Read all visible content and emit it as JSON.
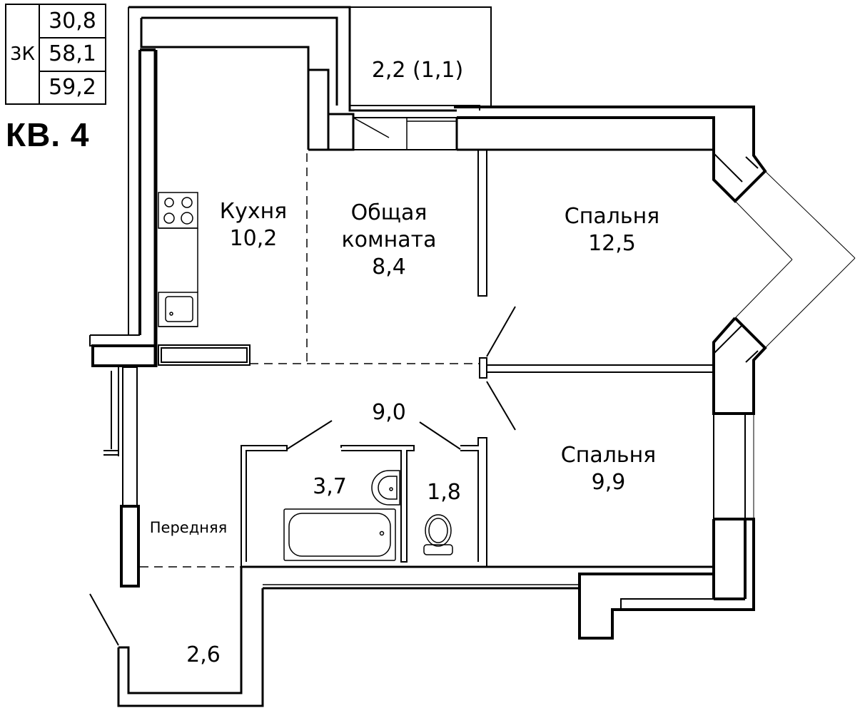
{
  "summary": {
    "rooms_label": "3К",
    "living_area": "30,8",
    "total_area": "58,1",
    "total_with_balcony": "59,2"
  },
  "apartment_title": "КВ. 4",
  "rooms": {
    "kitchen": {
      "name": "Кухня",
      "area": "10,2"
    },
    "common_room": {
      "name_line1": "Общая",
      "name_line2": "комната",
      "area": "8,4"
    },
    "bedroom_1": {
      "name": "Спальня",
      "area": "12,5"
    },
    "bedroom_2": {
      "name": "Спальня",
      "area": "9,9"
    },
    "hall": {
      "area": "9,0"
    },
    "bathroom": {
      "area": "3,7"
    },
    "toilet": {
      "area": "1,8"
    },
    "front_hall": {
      "name": "Передняя"
    },
    "vestibule": {
      "area": "2,6"
    },
    "balcony": {
      "area": "2,2 (1,1)"
    }
  }
}
